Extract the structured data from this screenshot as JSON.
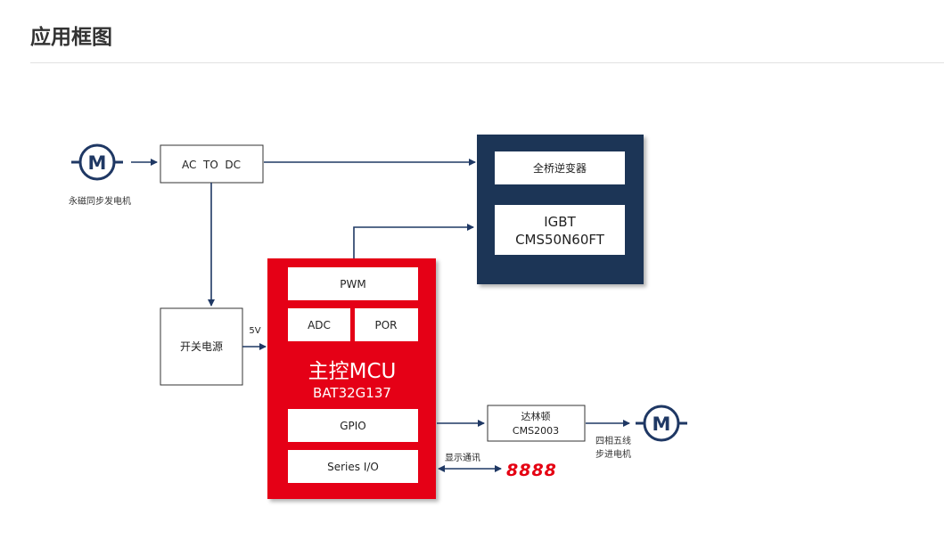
{
  "header": {
    "title": "应用框图"
  },
  "diagram": {
    "motor_left": {
      "symbol": "M",
      "label": "永磁同步发电机"
    },
    "acdc": {
      "label": "AC  TO  DC"
    },
    "switch_power": {
      "label": "开关电源"
    },
    "voltage": {
      "label": "5V"
    },
    "inverter_block": {
      "bridge": "全桥逆变器",
      "igbt_line1": "IGBT",
      "igbt_line2": "CMS50N60FT"
    },
    "mcu": {
      "pwm": "PWM",
      "adc": "ADC",
      "por": "POR",
      "title": "主控MCU",
      "model": "BAT32G137",
      "gpio": "GPIO",
      "series_io": "Series I/O"
    },
    "darlington": {
      "line1": "达林顿",
      "line2": "CMS2003"
    },
    "motor_right": {
      "symbol": "M",
      "label_line1": "四相五线",
      "label_line2": "步进电机"
    },
    "display": {
      "label": "显示通讯",
      "digits": "8888"
    },
    "colors": {
      "navy": "#1d3557",
      "mcu_red": "#e50012",
      "line": "#1f3864"
    }
  }
}
